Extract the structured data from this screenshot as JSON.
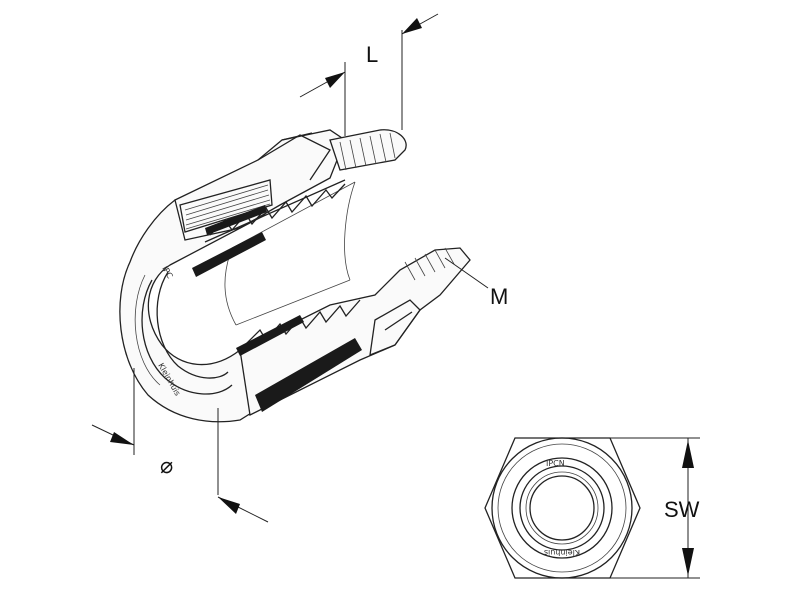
{
  "labels": {
    "length": "L",
    "thread": "M",
    "diameter": "⌀",
    "wrench_size": "SW"
  },
  "markings": {
    "brand_top": "IPCN",
    "brand_bottom": "Kleinhuis",
    "brand_side": "IPC",
    "brand_side_bottom": "Kleinhuis"
  },
  "colors": {
    "line": "#222222",
    "hatch": "#1a1a1a",
    "background": "#ffffff"
  }
}
